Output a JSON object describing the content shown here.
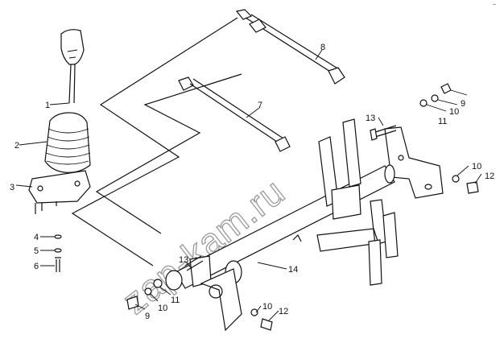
{
  "labels": {
    "p1": "1",
    "p2": "2",
    "p3": "3",
    "p4": "4",
    "p5": "5",
    "p6": "6",
    "p7": "7",
    "p8": "8",
    "p9a": "9",
    "p9b": "9",
    "p10a": "10",
    "p10b": "10",
    "p10c": "10",
    "p10d": "10",
    "p11a": "11",
    "p11b": "11",
    "p12a": "12",
    "p12b": "12",
    "p13a": "13",
    "p13b": "13",
    "p14": "14"
  },
  "watermark": "zap-kam.ru",
  "corner_mark": "~"
}
